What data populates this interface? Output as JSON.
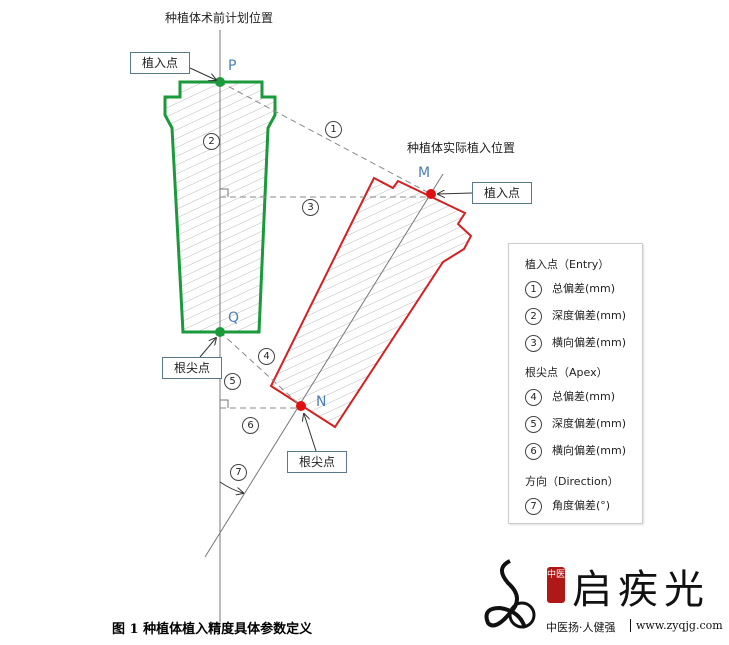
{
  "titles": {
    "planned": "种植体术前计划位置",
    "actual": "种植体实际植入位置"
  },
  "points": {
    "P": "P",
    "Q": "Q",
    "M": "M",
    "N": "N"
  },
  "callouts": {
    "entry_planned": "植入点",
    "entry_actual": "植入点",
    "apex_planned": "根尖点",
    "apex_actual": "根尖点"
  },
  "markers": [
    "1",
    "2",
    "3",
    "4",
    "5",
    "6",
    "7"
  ],
  "legend": {
    "entry_header": "植入点（Entry）",
    "apex_header": "根尖点（Apex）",
    "direction_header": "方向（Direction）",
    "items": [
      {
        "n": "1",
        "label": "总偏差(mm)"
      },
      {
        "n": "2",
        "label": "深度偏差(mm)"
      },
      {
        "n": "3",
        "label": "横向偏差(mm)"
      },
      {
        "n": "4",
        "label": "总偏差(mm)"
      },
      {
        "n": "5",
        "label": "深度偏差(mm)"
      },
      {
        "n": "6",
        "label": "横向偏差(mm)"
      },
      {
        "n": "7",
        "label": "角度偏差(°)"
      }
    ]
  },
  "caption": "图 1 种植体植入精度具体参数定义",
  "logo": {
    "name": "启疾光",
    "badge": "中医",
    "slogan": "中医扬·人健强",
    "url": "www.zyqjg.com"
  },
  "colors": {
    "planned": "#1a9a3a",
    "actual": "#d42020",
    "accent": "#4a7fb5"
  }
}
